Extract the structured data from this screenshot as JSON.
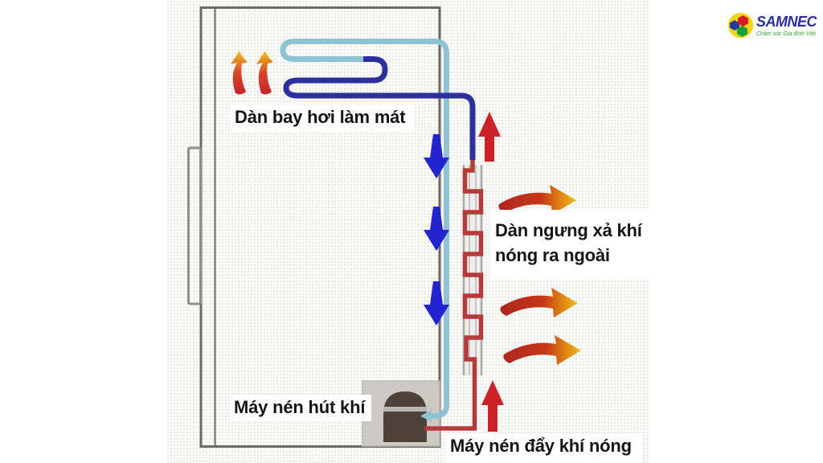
{
  "logo": {
    "brand": "SAMNEC",
    "tagline": "Chăm sóc Gia đình Việt"
  },
  "labels": {
    "evaporator": "Dàn bay hơi làm mát",
    "condenser_line1": "Dàn ngưng xả khí",
    "condenser_line2": "nóng ra ngoài",
    "compressor_suction": "Máy nén hút khí",
    "compressor_discharge": "Máy nén đẩy khí nóng"
  },
  "colors": {
    "cabinet_outline": "#6a6a6a",
    "suction_pipe_cyan": "#8fc3d3",
    "evaporator_pipe_blue": "#2d2f9e",
    "flow_arrow_blue": "#2323cf",
    "hot_arrow_red": "#cb2127",
    "hot_arrow_orange": "#e8a014",
    "condenser_pipe_red": "#b53b3b",
    "condenser_panel_gray": "#a8a8a8",
    "compressor_box_gray": "#cdc9c5",
    "compressor_dome_brown": "#4e4138",
    "logo_yellow": "#f6d50a",
    "logo_blue": "#2b2f9a",
    "logo_green": "#2fa135",
    "label_text": "#151515"
  }
}
